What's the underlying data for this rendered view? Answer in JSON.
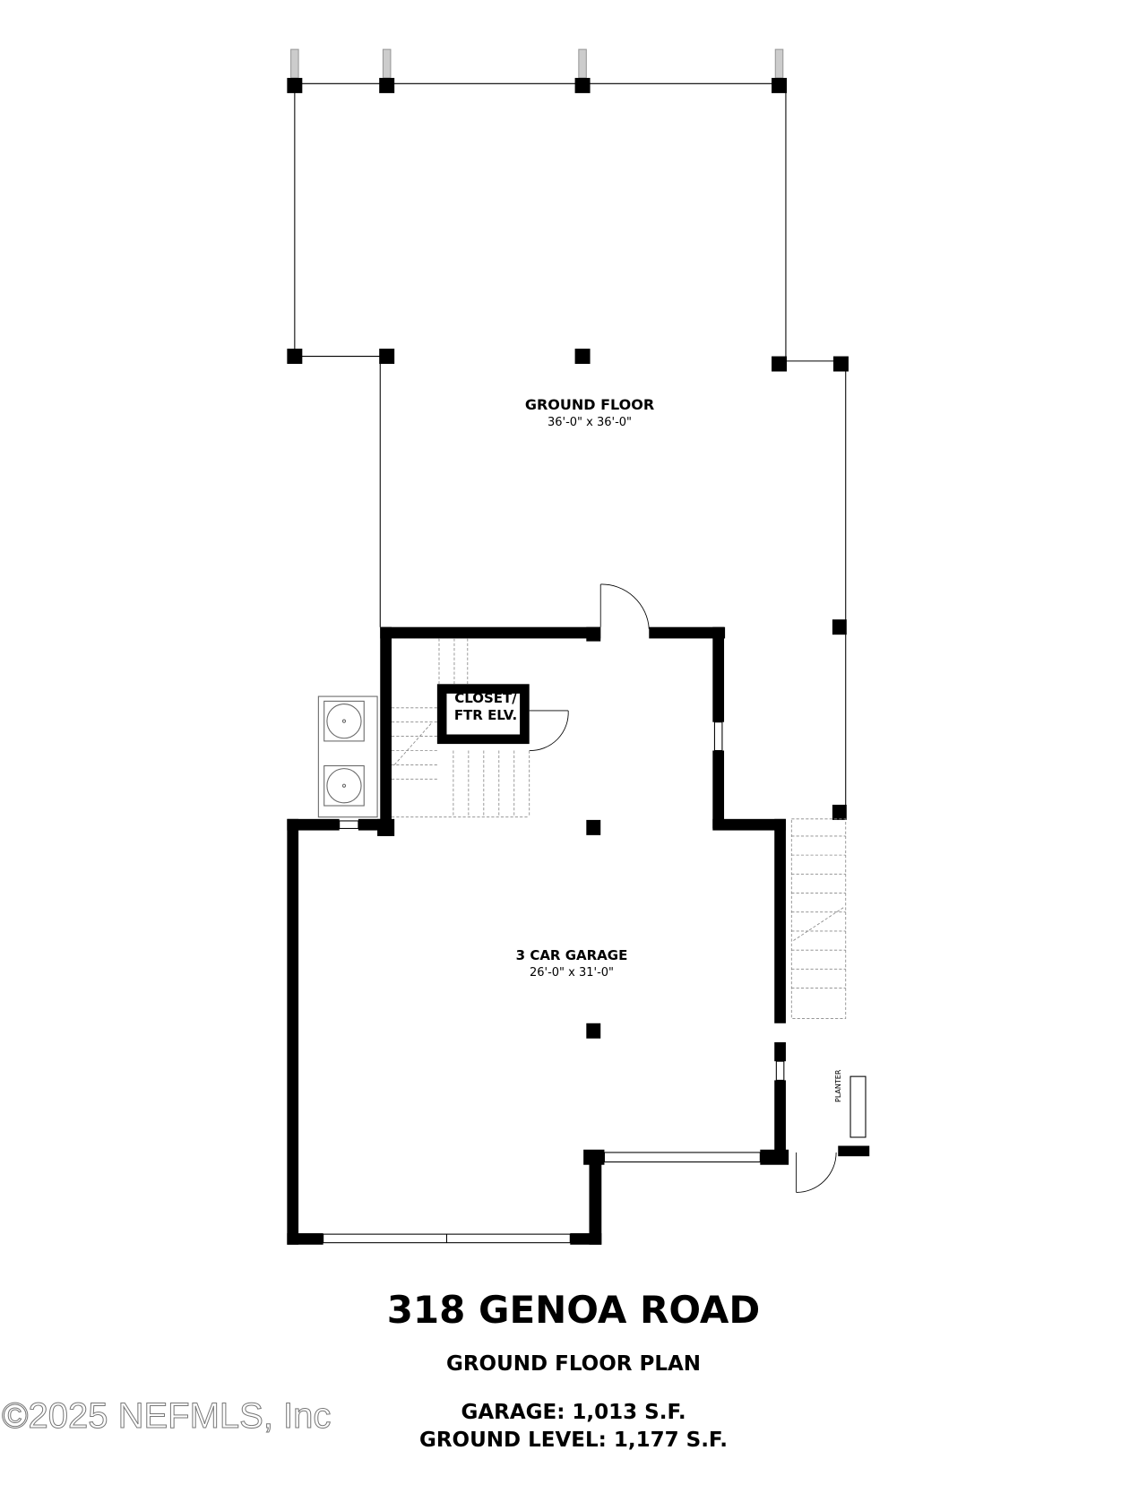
{
  "rooms": {
    "ground_floor": {
      "name": "GROUND FLOOR",
      "dims": "36'-0\" x 36'-0\""
    },
    "garage": {
      "name": "3 CAR GARAGE",
      "dims": "26'-0\" x 31'-0\""
    },
    "closet": {
      "line1": "CLOSET/",
      "line2": "FTR ELV."
    },
    "planter": "PLANTER"
  },
  "title": "318 GENOA ROAD",
  "subtitle": "GROUND FLOOR PLAN",
  "areas": {
    "garage": "GARAGE: 1,013 S.F.",
    "ground_level": "GROUND LEVEL: 1,177 S.F."
  },
  "watermark": "©2025 NEFMLS, Inc"
}
